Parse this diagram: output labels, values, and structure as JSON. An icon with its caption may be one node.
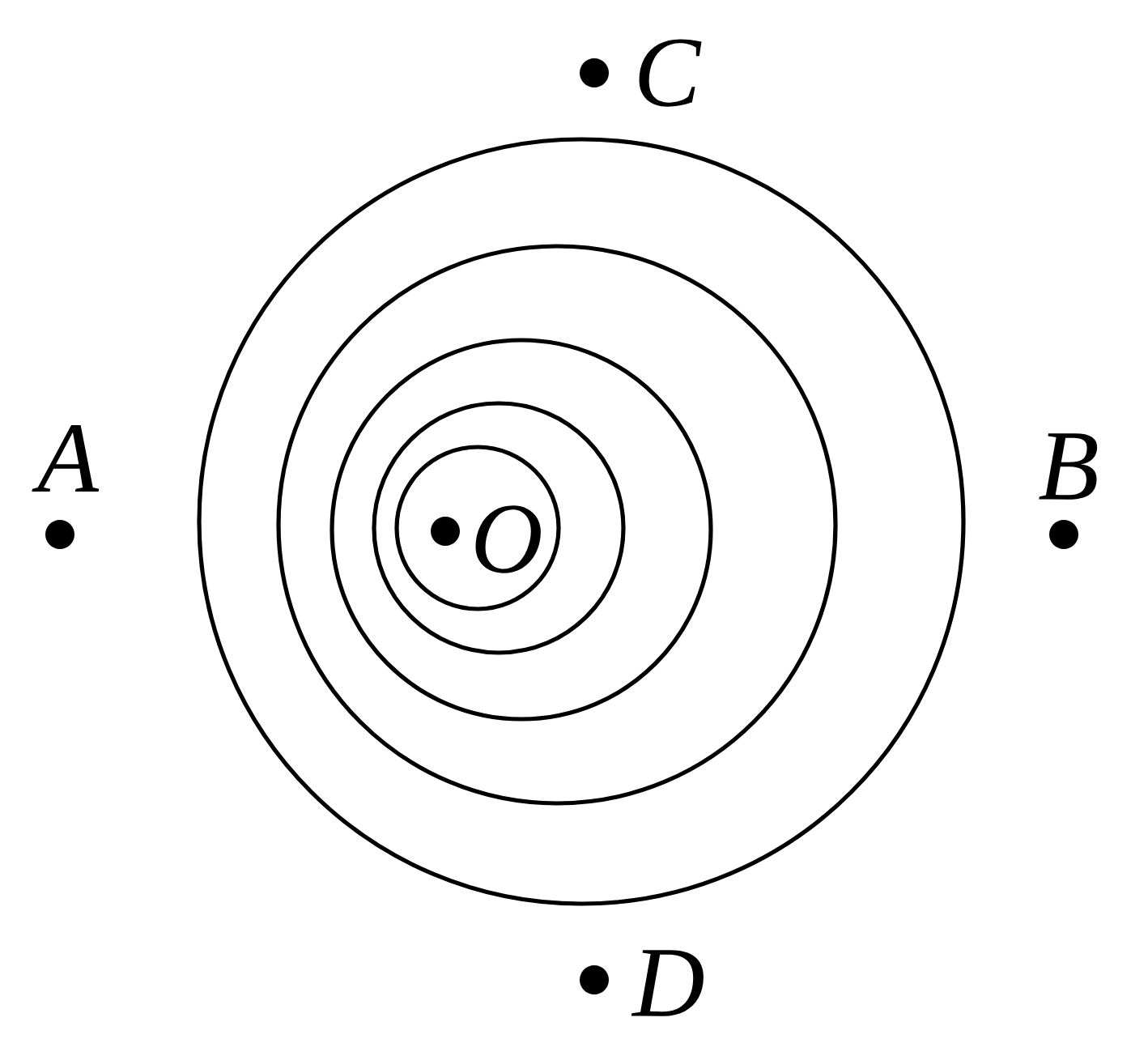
{
  "diagram": {
    "labels": [
      "C",
      "A",
      "B",
      "O",
      "D"
    ]
  }
}
